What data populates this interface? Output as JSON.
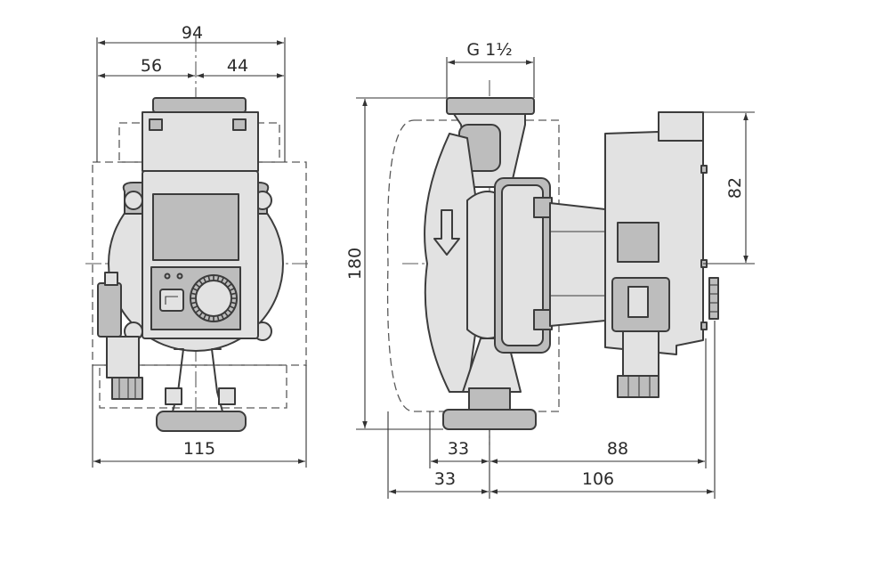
{
  "front_view": {
    "dim_overall_top": "94",
    "dim_left_segment": "56",
    "dim_right_segment": "44",
    "dim_bottom": "115"
  },
  "side_view": {
    "dim_thread": "G 1½",
    "dim_height": "180",
    "dim_motor_height": "82",
    "dim_upper_left": "33",
    "dim_upper_right": "88",
    "dim_lower_left": "33",
    "dim_lower_right": "106"
  },
  "colors": {
    "line": "#3c3c3c",
    "fill_dark": "#bdbdbd",
    "fill_light": "#e2e2e2",
    "background": "#ffffff"
  }
}
